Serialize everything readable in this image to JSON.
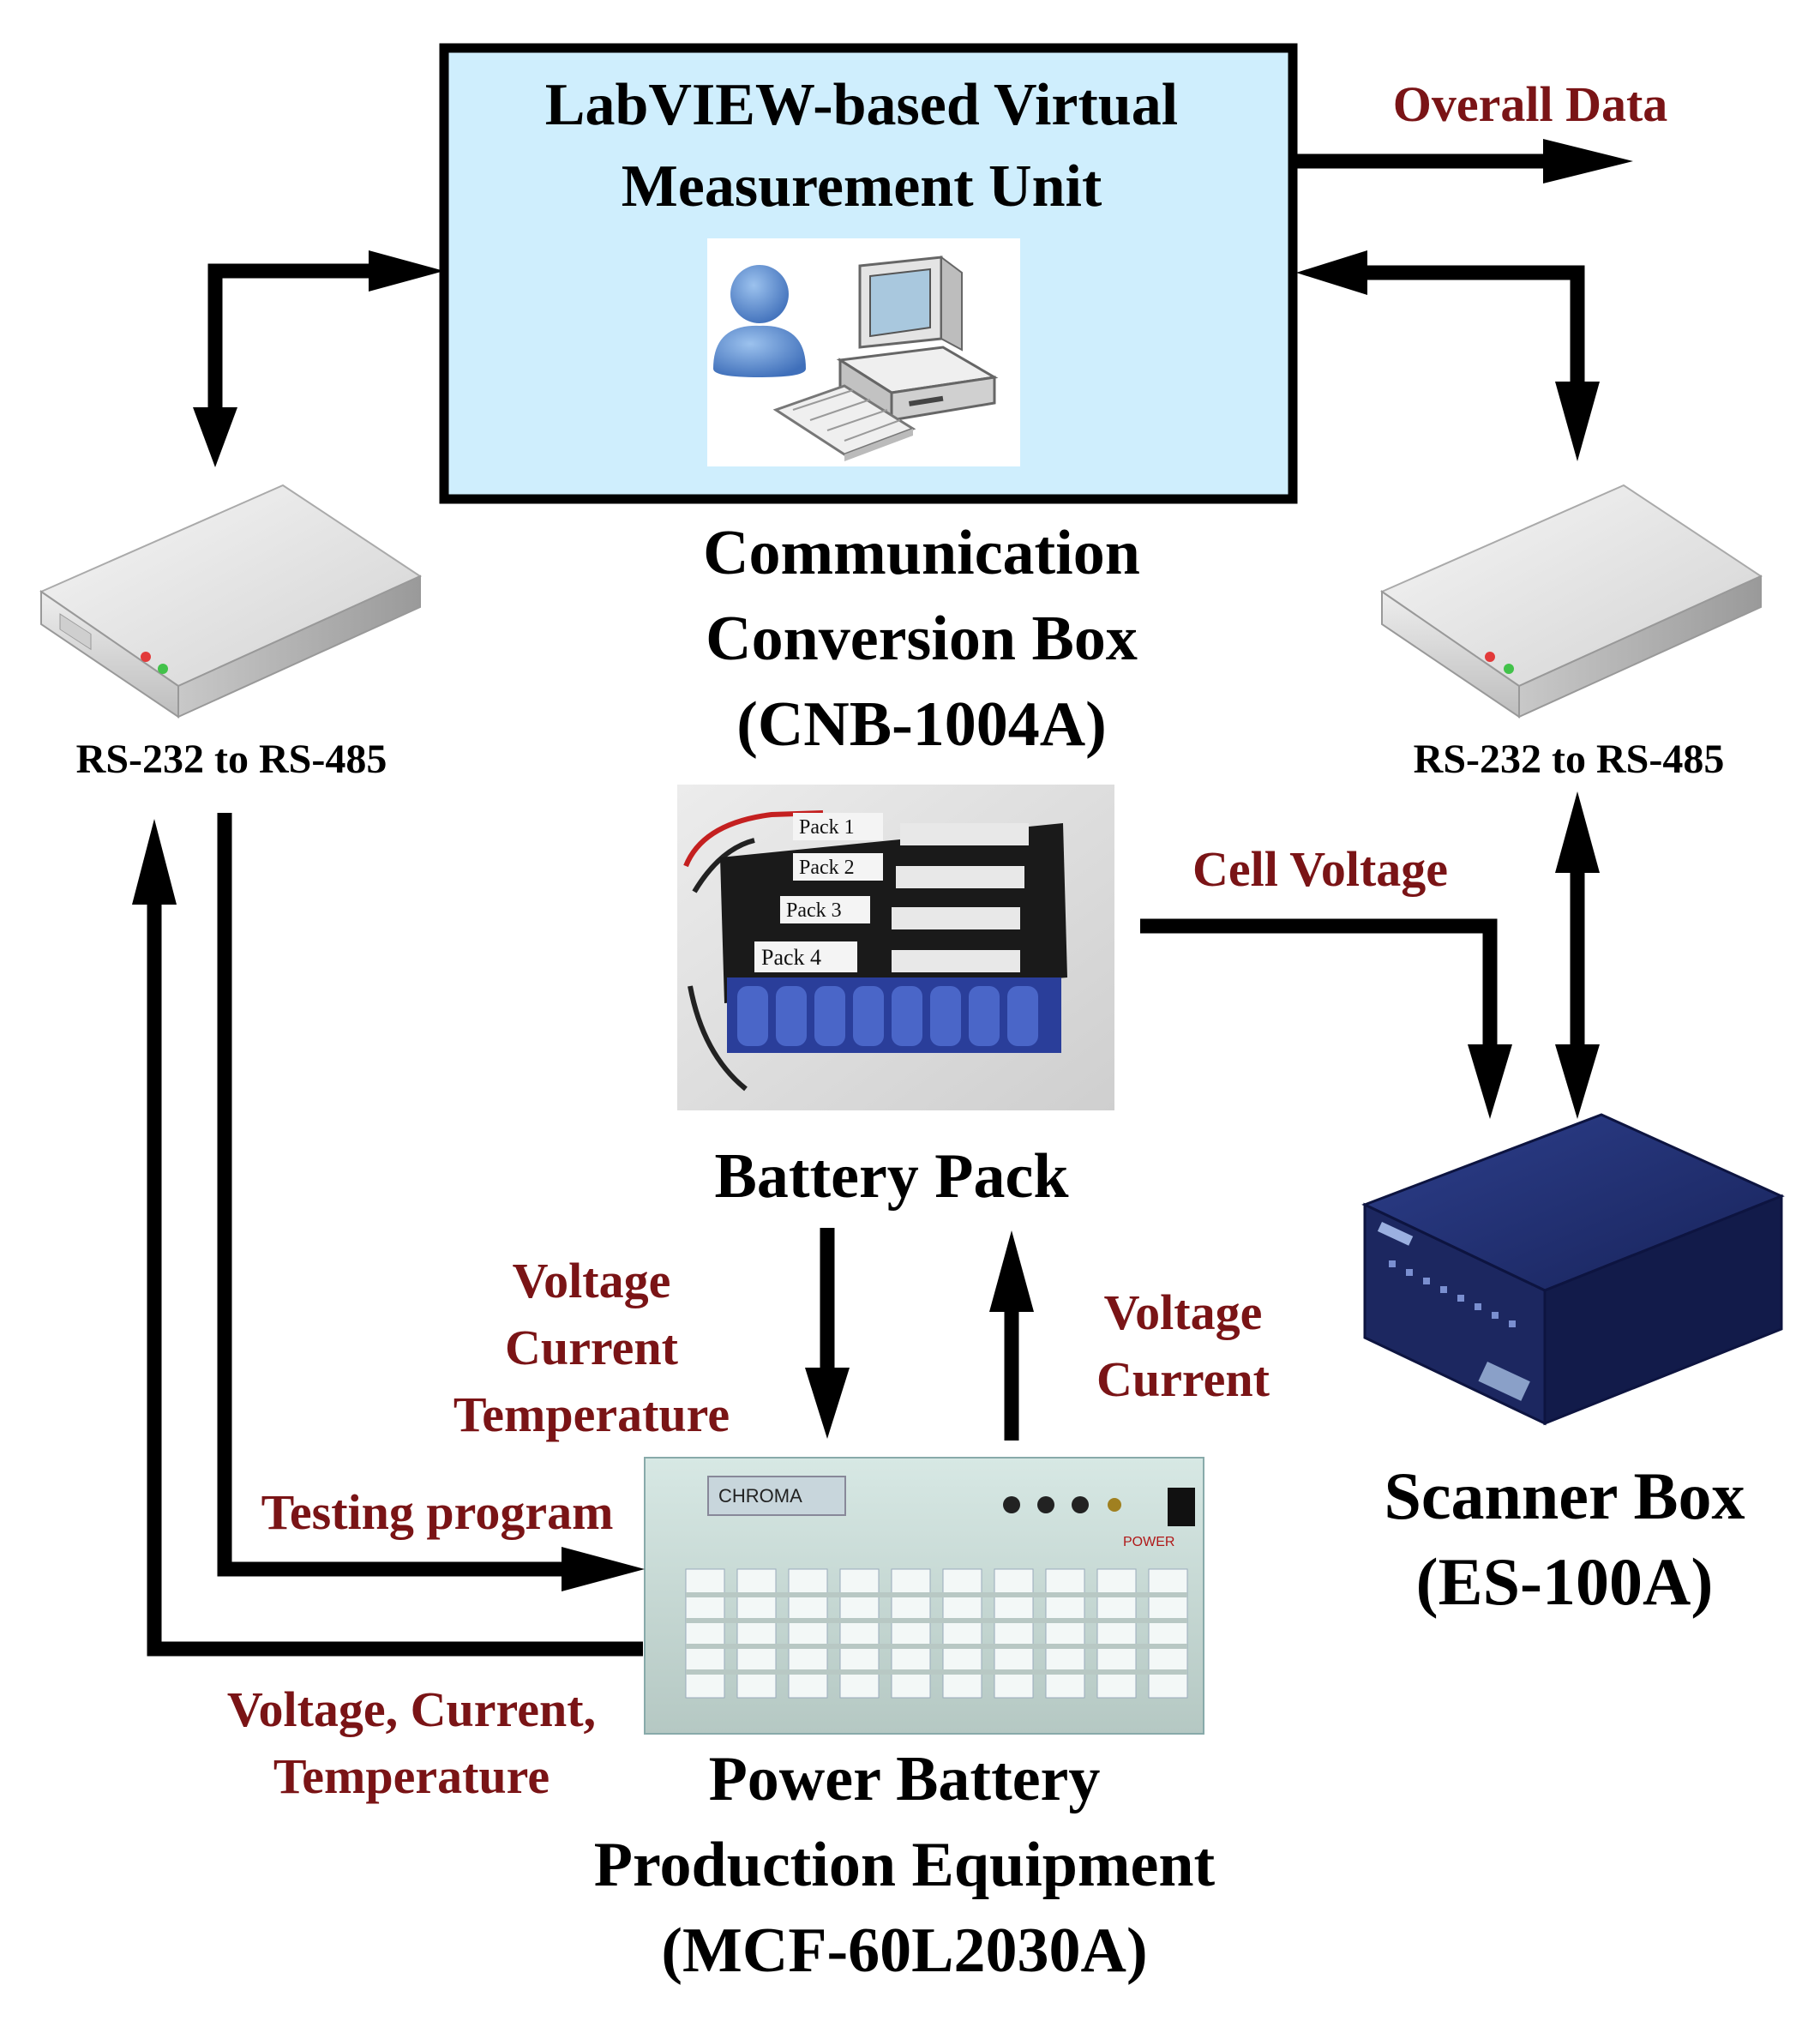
{
  "labview": {
    "line1": "LabVIEW-based Virtual",
    "line2": "Measurement Unit"
  },
  "overall_data": "Overall Data",
  "converter_left": "RS-232 to RS-485",
  "converter_right": "RS-232 to RS-485",
  "comm_box": {
    "line1": "Communication",
    "line2": "Conversion Box",
    "line3": "(CNB-1004A)"
  },
  "battery_pack": {
    "title": "Battery Pack",
    "pack_labels": [
      "Pack 1",
      "Pack 2",
      "Pack 3",
      "Pack 4"
    ]
  },
  "cell_voltage": "Cell Voltage",
  "down_flow": {
    "line1": "Voltage",
    "line2": "Current",
    "line3": "Temperature"
  },
  "up_flow": {
    "line1": "Voltage",
    "line2": "Current"
  },
  "testing_program": "Testing program",
  "feedback": {
    "line1": "Voltage, Current,",
    "line2": "Temperature"
  },
  "power_equipment": {
    "line1": "Power Battery",
    "line2": "Production Equipment",
    "line3": "(MCF-60L2030A)",
    "panel_brand": "CHROMA",
    "panel_power": "POWER"
  },
  "scanner_box": {
    "line1": "Scanner Box",
    "line2": "(ES-100A)"
  },
  "colors": {
    "label_red": "#7a1416",
    "box_fill": "#cfeefd",
    "arrow": "#000000"
  }
}
